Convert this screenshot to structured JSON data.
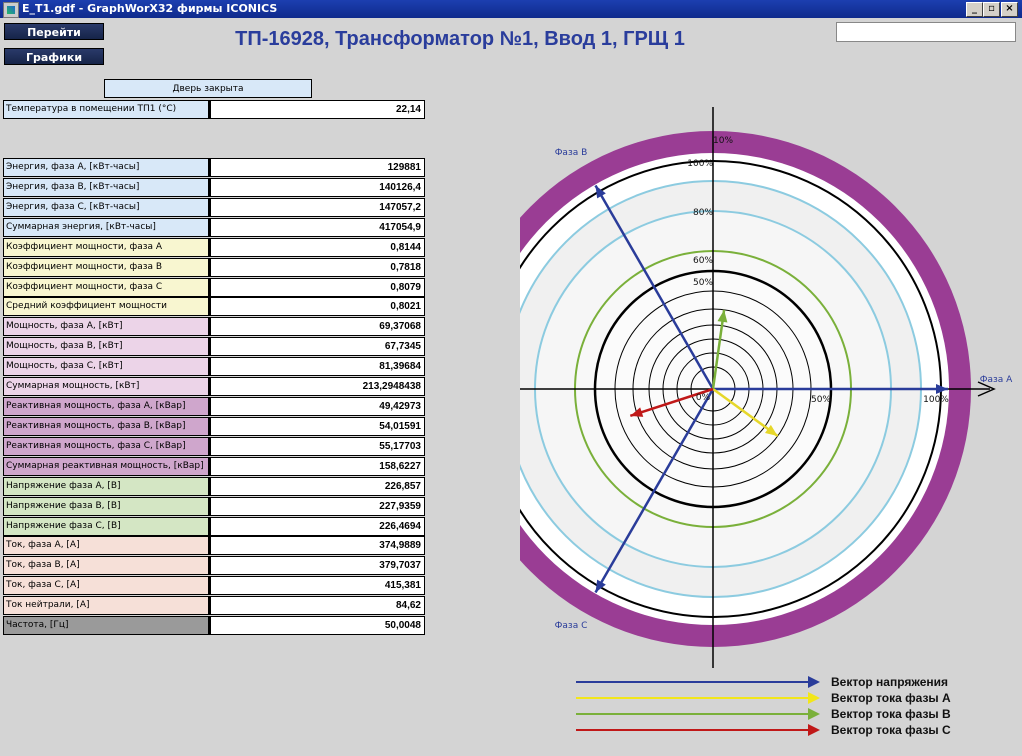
{
  "window": {
    "title": "E_T1.gdf - GraphWorX32 фирмы ICONICS"
  },
  "nav": {
    "goto_label": "Перейти",
    "graphs_label": "Графики"
  },
  "header": {
    "title": "ТП-16928, Трансформатор №1, Ввод 1, ГРЩ 1"
  },
  "door_status": "Дверь закрыта",
  "temperature": {
    "label": "Температура в помещении ТП1 (°С)",
    "value": "22,14"
  },
  "rows": [
    {
      "label": "Энергия, фаза А, [кВт-часы]",
      "value": "129881",
      "color": "#d8e8f8"
    },
    {
      "label": "Энергия, фаза В, [кВт-часы]",
      "value": "140126,4",
      "color": "#d8e8f8"
    },
    {
      "label": "Энергия, фаза С, [кВт-часы]",
      "value": "147057,2",
      "color": "#d8e8f8"
    },
    {
      "label": "Суммарная энергия, [кВт-часы]",
      "value": "417054,9",
      "color": "#d8e8f8"
    },
    {
      "label": "Коэффициент мощности, фаза А",
      "value": "0,8144",
      "color": "#f8f6d0"
    },
    {
      "label": "Коэффициент мощности, фаза В",
      "value": "0,7818",
      "color": "#f8f6d0"
    },
    {
      "label": "Коэффициент мощности, фаза С",
      "value": "0,8079",
      "color": "#f8f6d0"
    },
    {
      "label": "Средний коэффициент мощности",
      "value": "0,8021",
      "color": "#f8f6d0"
    },
    {
      "label": "Мощность, фаза А, [кВт]",
      "value": "69,37068",
      "color": "#ecd4e8"
    },
    {
      "label": "Мощность, фаза В, [кВт]",
      "value": "67,7345",
      "color": "#ecd4e8"
    },
    {
      "label": "Мощность, фаза С, [кВт]",
      "value": "81,39684",
      "color": "#ecd4e8"
    },
    {
      "label": "Суммарная мощность, [кВт]",
      "value": "213,2948438",
      "color": "#ecd4e8"
    },
    {
      "label": "Реактивная мощность, фаза А, [кВар]",
      "value": "49,42973",
      "color": "#cfa6cc"
    },
    {
      "label": "Реактивная мощность, фаза В, [кВар]",
      "value": "54,01591",
      "color": "#cfa6cc"
    },
    {
      "label": "Реактивная мощность, фаза С, [кВар]",
      "value": "55,17703",
      "color": "#cfa6cc"
    },
    {
      "label": "Суммарная реактивная мощность, [кВар]",
      "value": "158,6227",
      "color": "#cfa6cc"
    },
    {
      "label": "Напряжение фаза А, [В]",
      "value": "226,857",
      "color": "#d4e6c4"
    },
    {
      "label": "Напряжение фаза В, [В]",
      "value": "227,9359",
      "color": "#d4e6c4"
    },
    {
      "label": "Напряжение фаза С, [В]",
      "value": "226,4694",
      "color": "#d4e6c4"
    },
    {
      "label": "Ток, фаза А, [А]",
      "value": "374,9889",
      "color": "#f6e0d8"
    },
    {
      "label": "Ток, фаза В, [А]",
      "value": "379,7037",
      "color": "#f6e0d8"
    },
    {
      "label": "Ток, фаза С, [А]",
      "value": "415,381",
      "color": "#f6e0d8"
    },
    {
      "label": "Ток нейтрали, [А]",
      "value": "84,62",
      "color": "#f6e0d8"
    },
    {
      "label": "Частота, [Гц]",
      "value": "50,0048",
      "color": "#9a9a9a"
    }
  ],
  "chart_data": {
    "type": "polar-vector",
    "ring_labels": [
      "10%",
      "100%",
      "80%",
      "60%",
      "50%"
    ],
    "axis_labels": {
      "right_50": "50%",
      "right_100": "100%",
      "center": "0%"
    },
    "phase_labels": {
      "a": "Фаза А",
      "b": "Фаза В",
      "c": "Фаза С"
    },
    "vectors": [
      {
        "name": "Вектор напряжения",
        "phase": "A",
        "angle_deg": 0,
        "magnitude_pct": 100,
        "color": "#2a3c9a"
      },
      {
        "name": "Вектор напряжения",
        "phase": "B",
        "angle_deg": 120,
        "magnitude_pct": 100,
        "color": "#2a3c9a"
      },
      {
        "name": "Вектор напряжения",
        "phase": "C",
        "angle_deg": 240,
        "magnitude_pct": 100,
        "color": "#2a3c9a"
      },
      {
        "name": "Вектор тока фазы А",
        "angle_deg": -36,
        "magnitude_pct": 34,
        "color": "#e6d72a"
      },
      {
        "name": "Вектор тока фазы В",
        "angle_deg": 82,
        "magnitude_pct": 34,
        "color": "#7ab03a"
      },
      {
        "name": "Вектор тока фазы С",
        "angle_deg": 198,
        "magnitude_pct": 37,
        "color": "#c01818"
      }
    ]
  },
  "legend": [
    {
      "label": "Вектор напряжения",
      "color": "#2a3c9a"
    },
    {
      "label": "Вектор тока фазы А",
      "color": "#f2e61a"
    },
    {
      "label": "Вектор тока фазы В",
      "color": "#7ab03a"
    },
    {
      "label": "Вектор тока фазы С",
      "color": "#c01818"
    }
  ]
}
